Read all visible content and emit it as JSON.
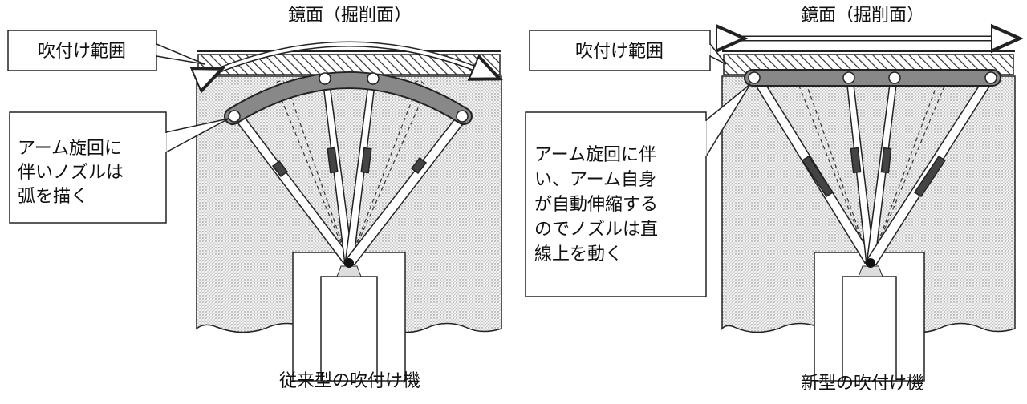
{
  "left": {
    "face_label": "鏡面（掘削面）",
    "range_label": "吹付け範囲",
    "note_lines": [
      "アーム旋回に",
      "伴いノズルは",
      "弧を描く"
    ],
    "caption": "従来型の吹付け機"
  },
  "right": {
    "face_label": "鏡面（掘削面）",
    "range_label": "吹付け範囲",
    "note_lines": [
      "アーム旋回に伴",
      "い、アーム自身",
      "が自動伸縮する",
      "のでノズルは直",
      "線上を動く"
    ],
    "caption": "新型の吹付け機"
  }
}
